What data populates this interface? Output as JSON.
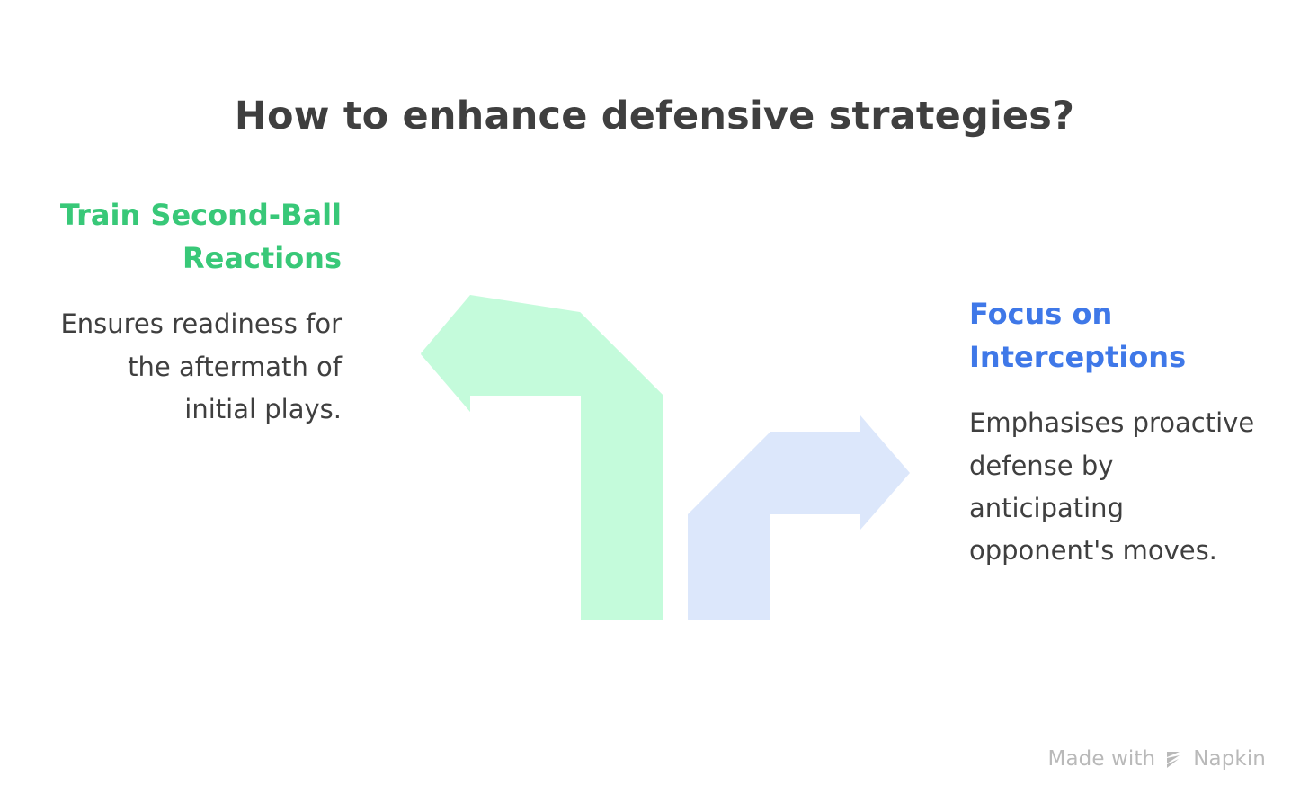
{
  "title": "How to enhance defensive strategies?",
  "colors": {
    "title_text": "#3f3f3f",
    "body_text": "#3f3f3f",
    "green_heading": "#38c878",
    "blue_heading": "#3f78e8",
    "green_arrow_fill": "#c4fbdb",
    "blue_arrow_fill": "#dce7fb",
    "watermark_text": "#b9b9b9",
    "background": "#ffffff"
  },
  "items": [
    {
      "id": "train-second-ball-reactions",
      "heading": "Train Second-Ball Reactions",
      "body": "Ensures readiness for the aftermath of initial plays.",
      "accent": "#38c878",
      "arrow_direction": "left",
      "arrow_fill": "#c4fbdb",
      "side": "left"
    },
    {
      "id": "focus-on-interceptions",
      "heading": "Focus on Interceptions",
      "body": "Emphasises proactive defense by anticipating opponent's moves.",
      "accent": "#3f78e8",
      "arrow_direction": "right",
      "arrow_fill": "#dce7fb",
      "side": "right"
    }
  ],
  "watermark": {
    "prefix": "Made with",
    "brand": "Napkin",
    "logo": "napkin-logo-icon"
  }
}
